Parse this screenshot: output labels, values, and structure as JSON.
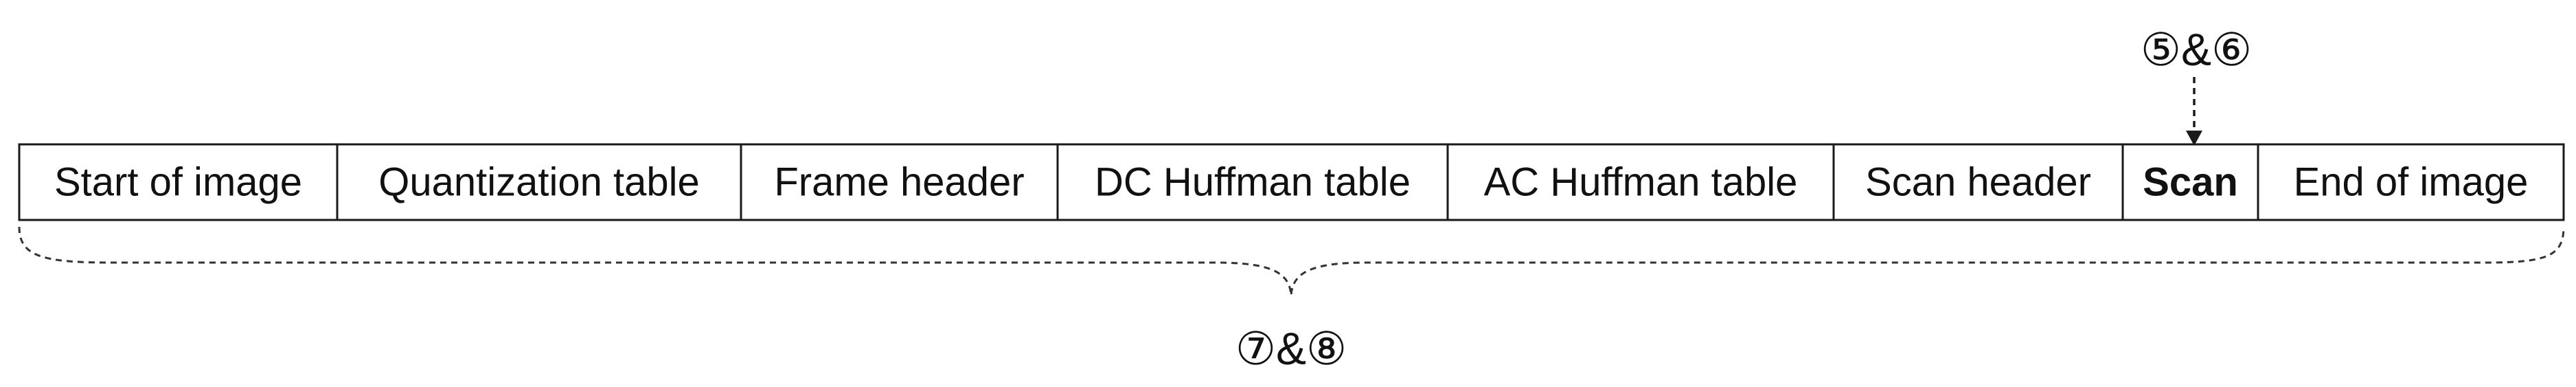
{
  "segments": [
    {
      "label": "Start of image",
      "bold": false
    },
    {
      "label": "Quantization table",
      "bold": false
    },
    {
      "label": "Frame header",
      "bold": false
    },
    {
      "label": "DC Huffman table",
      "bold": false
    },
    {
      "label": "AC Huffman table",
      "bold": false
    },
    {
      "label": "Scan header",
      "bold": false
    },
    {
      "label": "Scan",
      "bold": true
    },
    {
      "label": "End of image",
      "bold": false
    }
  ],
  "annotations": {
    "scan_marker": "⑤&⑥",
    "whole_file_marker": "⑦&⑧"
  }
}
